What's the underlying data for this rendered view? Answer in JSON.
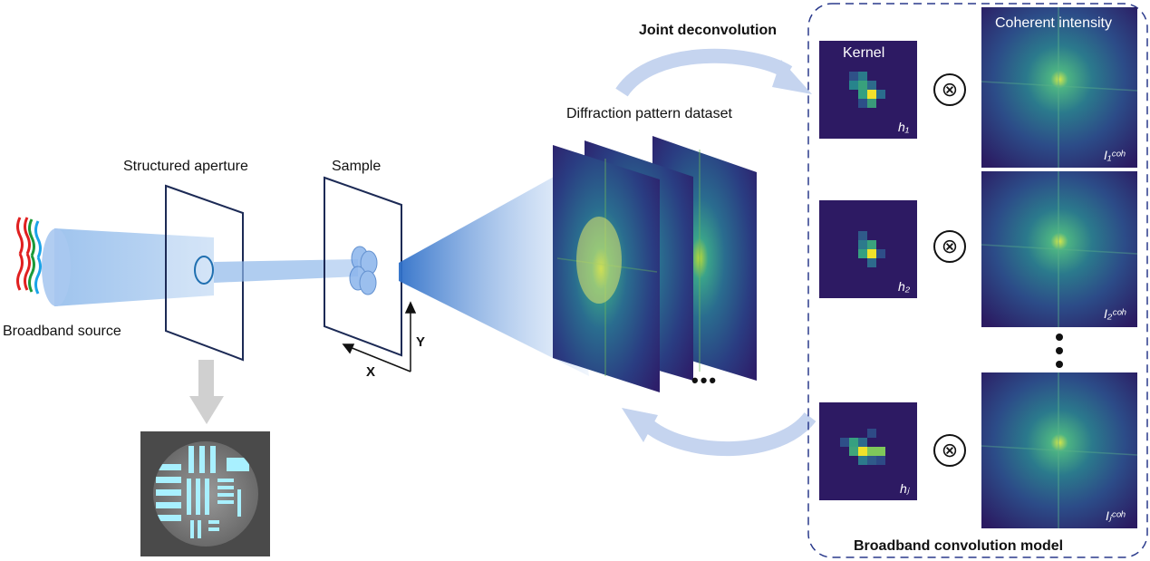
{
  "labels": {
    "broadband_source": "Broadband source",
    "structured_aperture": "Structured aperture",
    "sample": "Sample",
    "axis_x": "X",
    "axis_y": "Y",
    "dataset": "Diffraction pattern dataset",
    "joint_deconvolution": "Joint deconvolution",
    "kernel": "Kernel",
    "coherent_intensity": "Coherent intensity",
    "model": "Broadband convolution model",
    "ellipsis": "•••"
  },
  "kernels": [
    {
      "label": "h₁",
      "coh_label": "I₁ᶜᵒʰ"
    },
    {
      "label": "h₂",
      "coh_label": "I₂ᶜᵒʰ"
    },
    {
      "label": "hⱼ",
      "coh_label": "Iⱼᶜᵒʰ"
    }
  ],
  "operator_symbol": "⊗",
  "colors": {
    "beam": "#5b8fd6",
    "arrow": "#c5d4ef",
    "panel_bg": "#2d1a63",
    "dash": "#2a3a8c",
    "aperture_pattern": "#a8f0ff"
  }
}
